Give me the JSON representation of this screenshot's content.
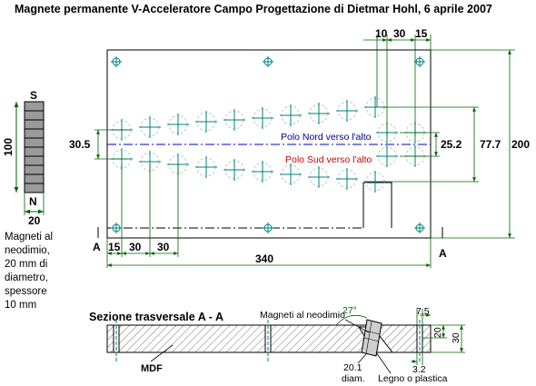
{
  "title": "Magnete permanente V-Acceleratore Campo Progettazione di Dietmar Hohl, 6 aprile 2007",
  "colors": {
    "dimension": "#006400",
    "magnet": "#008080",
    "north_label": "#00008b",
    "south_label": "#cc0000",
    "line": "#000000"
  },
  "side_view": {
    "south_label": "S",
    "north_label": "N",
    "height_dim": "100",
    "width_dim": "20",
    "notes": [
      "Magneti al",
      "neodimio,",
      "20 mm di",
      "diametro,",
      "spessore",
      "10 mm"
    ]
  },
  "top_view": {
    "pole_north": "Polo Nord verso l'alto",
    "pole_south": "Polo Sud verso l'alto",
    "dim_10": "10",
    "dim_30_top": "30",
    "dim_15_top": "15",
    "dim_30_5": "30.5",
    "dim_25_2": "25.2",
    "dim_77_7": "77.7",
    "dim_200": "200",
    "dim_15_bottom": "15",
    "dim_30_bottom_a": "30",
    "dim_30_bottom_b": "30",
    "dim_340": "340",
    "section_mark_left": "A",
    "section_mark_right": "A"
  },
  "section": {
    "title": "Sezione trasversale A - A",
    "magnets_label": "Magneti al neodimio",
    "angle": "27°",
    "mdf": "MDF",
    "diam_value": "20.1",
    "diam_unit": "diam.",
    "wood": "Legno o plastica",
    "dim_7_5": "7.5",
    "dim_20": "20",
    "dim_30": "30",
    "dim_3_2": "3.2"
  }
}
